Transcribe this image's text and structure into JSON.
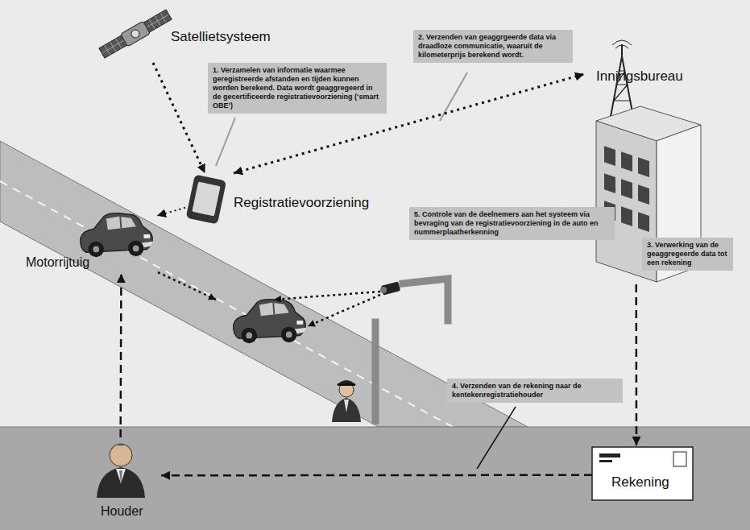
{
  "diagram": {
    "nodes": [
      {
        "text": [
          "Satellietsysteem"
        ]
      },
      {
        "text": [
          "1. Verzamelen van informatie waarmee geregistreerde afstanden en tijden kunnen worden berekend. Data wordt geaggregeerd in de gecertificeerde registratievoorziening (‘smart OBE’)"
        ]
      },
      {
        "text": [
          "2. Verzenden van geaggrgeerde data via draadloze communicatie, waaruit de kilometerprijs berekend wordt."
        ]
      },
      {
        "text": [
          "Inningsbureau"
        ]
      },
      {
        "text": [
          "Registratievoorziening"
        ]
      },
      {
        "text": [
          "Motorrijtuig"
        ]
      },
      {
        "text": [
          "5. Controle van de deelnemers aan het systeem via bevraging van de registratievoorziening in de auto en nummerplaatherkenning"
        ]
      },
      {
        "text": [
          "3. Verwerking van de geaggregeerde data tot een rekening"
        ]
      },
      {
        "text": [
          "4. Verzenden van de rekening naar de kentekenregistratiehouder"
        ]
      },
      {
        "text": [
          "Rekening"
        ]
      },
      {
        "text": [
          "Houder"
        ]
      }
    ],
    "edges": [
      {
        "from": 0,
        "to": 4,
        "arrow": "to"
      },
      {
        "from": 4,
        "to": 3,
        "arrow": "both"
      },
      {
        "from": 4,
        "to": 5,
        "arrow": "to"
      },
      {
        "from": 3,
        "to": 9,
        "arrow": "to"
      },
      {
        "from": 9,
        "to": 10,
        "arrow": "to"
      },
      {
        "from": 10,
        "to": 5,
        "arrow": "to"
      }
    ]
  }
}
